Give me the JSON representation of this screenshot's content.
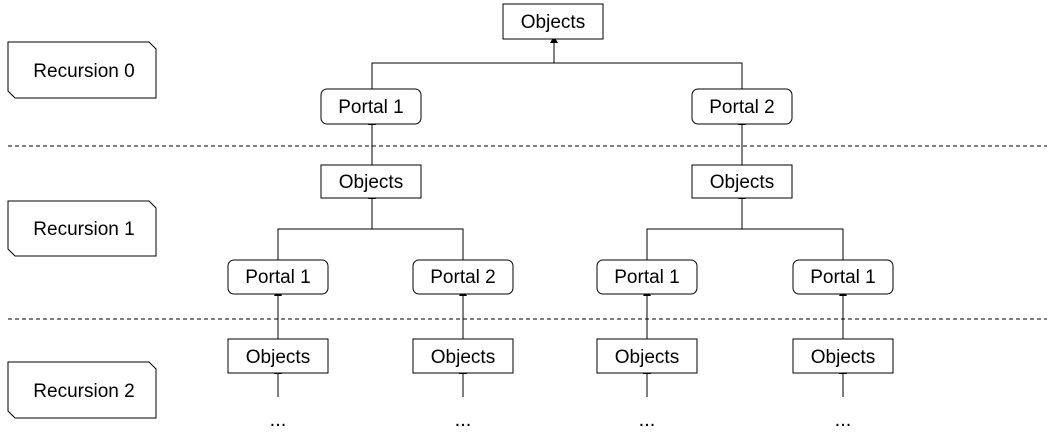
{
  "levels": [
    {
      "label": "Recursion 0"
    },
    {
      "label": "Recursion 1"
    },
    {
      "label": "Recursion 2"
    }
  ],
  "nodes": {
    "root_objects": "Objects",
    "r0_portal_1": "Portal 1",
    "r0_portal_2": "Portal 2",
    "r1_objects_left": "Objects",
    "r1_objects_right": "Objects",
    "r1_left_portal_1": "Portal 1",
    "r1_left_portal_2": "Portal 2",
    "r1_right_portal_1": "Portal 1",
    "r1_right_portal_1b": "Portal 1",
    "r2_objects_1": "Objects",
    "r2_objects_2": "Objects",
    "r2_objects_3": "Objects",
    "r2_objects_4": "Objects"
  },
  "continuation": "..."
}
